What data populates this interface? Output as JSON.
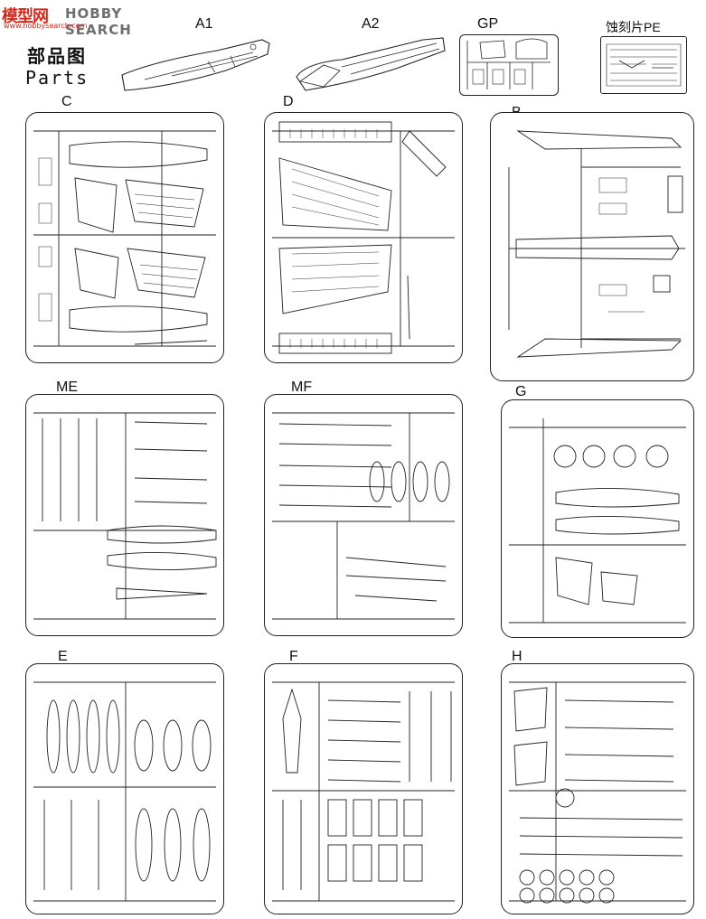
{
  "logo": {
    "brand_red": "模型网",
    "brand_grey": "HOBBY SEARCH",
    "url": "www.hobbysearch.com"
  },
  "heading": {
    "cn": "部品图",
    "en": "Parts"
  },
  "top_parts": [
    {
      "id": "A1",
      "label": "A1"
    },
    {
      "id": "A2",
      "label": "A2"
    },
    {
      "id": "GP",
      "label": "GP"
    },
    {
      "id": "PE",
      "label": "蚀刻片PE"
    }
  ],
  "sprues": [
    {
      "id": "C",
      "label": "C"
    },
    {
      "id": "D",
      "label": "D"
    },
    {
      "id": "B",
      "label": "B"
    },
    {
      "id": "ME",
      "label": "ME"
    },
    {
      "id": "MF",
      "label": "MF"
    },
    {
      "id": "G",
      "label": "G"
    },
    {
      "id": "E",
      "label": "E"
    },
    {
      "id": "F",
      "label": "F"
    },
    {
      "id": "H",
      "label": "H"
    }
  ],
  "colors": {
    "line": "#222222",
    "logo_red": "#d7281e",
    "logo_grey": "#6f6f6f",
    "background": "#ffffff"
  }
}
